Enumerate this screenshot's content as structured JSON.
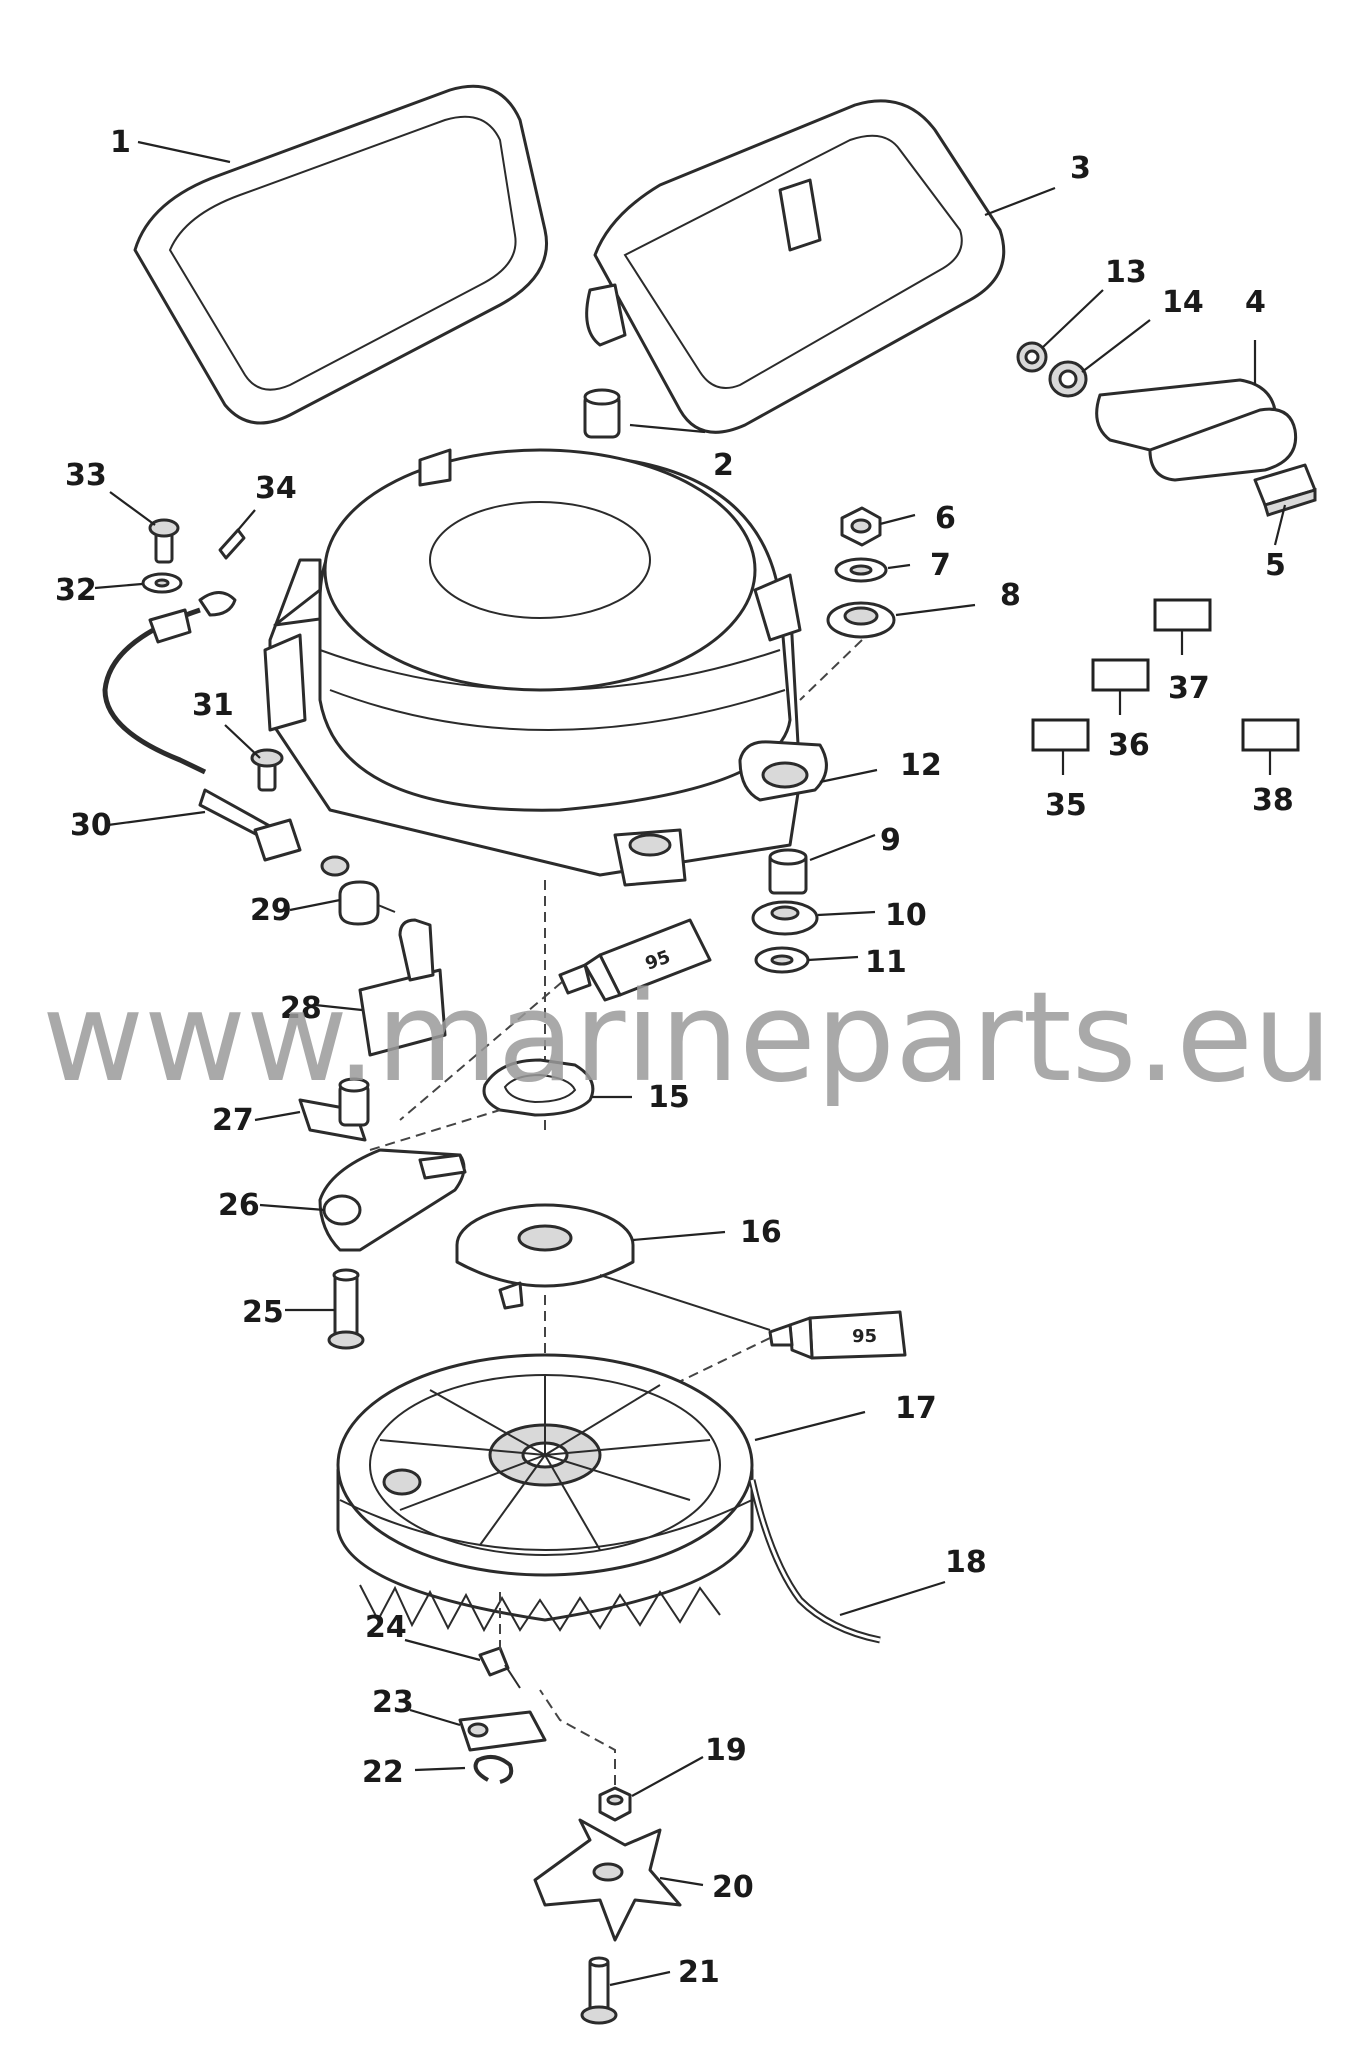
{
  "callouts": [
    "1",
    "2",
    "3",
    "4",
    "5",
    "6",
    "7",
    "8",
    "9",
    "10",
    "11",
    "12",
    "13",
    "14",
    "15",
    "16",
    "17",
    "18",
    "19",
    "20",
    "21",
    "22",
    "23",
    "24",
    "25",
    "26",
    "27",
    "28",
    "29",
    "30",
    "31",
    "32",
    "33",
    "34",
    "35",
    "36",
    "37",
    "38"
  ],
  "sealant_labels": [
    "95",
    "95"
  ],
  "watermark": "www.marineparts.eu"
}
